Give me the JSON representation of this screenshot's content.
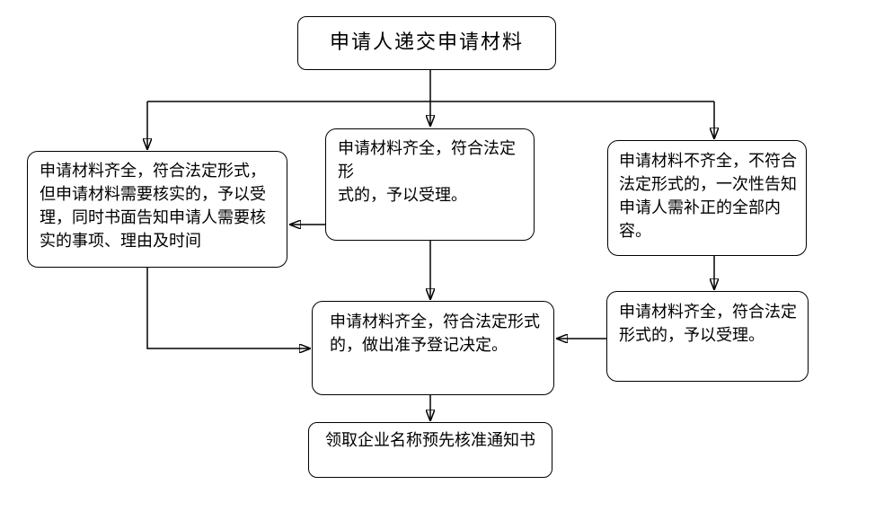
{
  "diagram": {
    "type": "flowchart",
    "nodes": [
      {
        "id": "submit",
        "label": "申请人递交申请材料"
      },
      {
        "id": "verify",
        "label": "申请材料齐全，符合法定形式，\n但申请材料需要核实的，予以受\n理，同时书面告知申请人需要核\n实的事项、理由及时间"
      },
      {
        "id": "accept-middle",
        "label": "申请材料齐全，符合法定形\n式的，予以受理。"
      },
      {
        "id": "incomplete",
        "label": "申请材料不齐全，不符合\n法定形式的，一次性告知\n申请人需补正的全部内\n容。"
      },
      {
        "id": "decision",
        "label": "申请材料齐全，符合法定形式\n的，做出准予登记决定。"
      },
      {
        "id": "accept-right",
        "label": "申请材料齐全，符合法定\n形式的，予以受理。"
      },
      {
        "id": "notice",
        "label": "领取企业名称预先核准通知书"
      }
    ],
    "edges": [
      {
        "from": "submit",
        "to": "verify"
      },
      {
        "from": "submit",
        "to": "accept-middle"
      },
      {
        "from": "submit",
        "to": "incomplete"
      },
      {
        "from": "accept-middle",
        "to": "verify"
      },
      {
        "from": "accept-middle",
        "to": "decision"
      },
      {
        "from": "verify",
        "to": "decision"
      },
      {
        "from": "incomplete",
        "to": "accept-right"
      },
      {
        "from": "accept-right",
        "to": "decision"
      },
      {
        "from": "decision",
        "to": "notice"
      }
    ],
    "colors": {
      "line": "#000000",
      "border": "#000000",
      "fill": "#ffffff",
      "text": "#000000",
      "background": "#ffffff"
    }
  }
}
